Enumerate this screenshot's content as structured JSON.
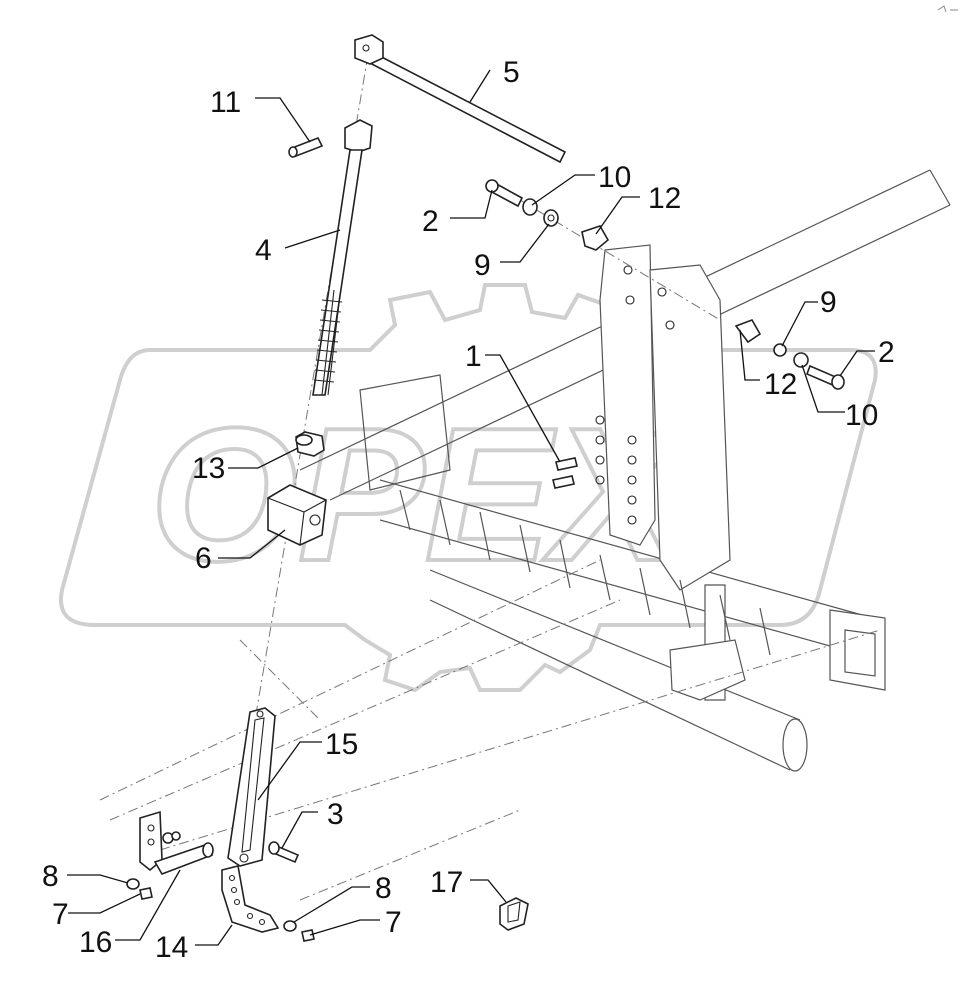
{
  "watermark": {
    "text": "OPEX"
  },
  "corner_mark": "",
  "callouts": [
    {
      "id": "c5",
      "text": "5"
    },
    {
      "id": "c11",
      "text": "11"
    },
    {
      "id": "c4",
      "text": "4"
    },
    {
      "id": "c2a",
      "text": "2"
    },
    {
      "id": "c10a",
      "text": "10"
    },
    {
      "id": "c12a",
      "text": "12"
    },
    {
      "id": "c9a",
      "text": "9"
    },
    {
      "id": "c9b",
      "text": "9"
    },
    {
      "id": "c2b",
      "text": "2"
    },
    {
      "id": "c12b",
      "text": "12"
    },
    {
      "id": "c10b",
      "text": "10"
    },
    {
      "id": "c1",
      "text": "1"
    },
    {
      "id": "c13",
      "text": "13"
    },
    {
      "id": "c6",
      "text": "6"
    },
    {
      "id": "c15",
      "text": "15"
    },
    {
      "id": "c3",
      "text": "3"
    },
    {
      "id": "c8a",
      "text": "8"
    },
    {
      "id": "c7a",
      "text": "7"
    },
    {
      "id": "c16",
      "text": "16"
    },
    {
      "id": "c14",
      "text": "14"
    },
    {
      "id": "c8b",
      "text": "8"
    },
    {
      "id": "c7b",
      "text": "7"
    },
    {
      "id": "c17",
      "text": "17"
    }
  ]
}
